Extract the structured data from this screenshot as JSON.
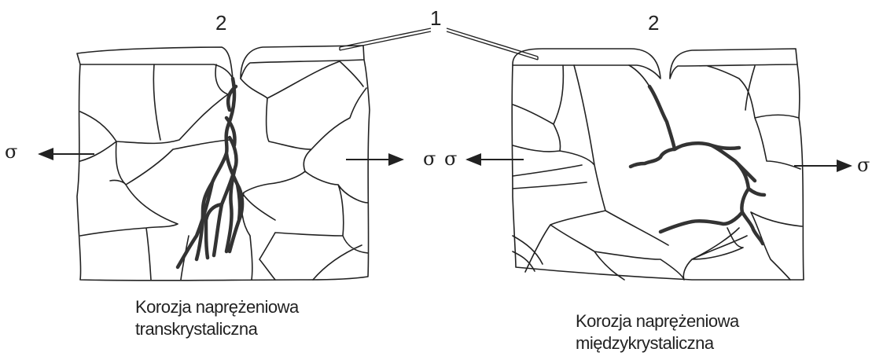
{
  "labels": {
    "num_1": "1",
    "num_2_left": "2",
    "num_2_right": "2",
    "sigma": "σ"
  },
  "captions": {
    "left_line1": "Korozja naprężeniowa",
    "left_line2": "transkrystaliczna",
    "right_line1": "Korozja naprężeniowa",
    "right_line2": "międzykrystaliczna"
  },
  "colors": {
    "line": "#222222",
    "crack": "#333333"
  }
}
